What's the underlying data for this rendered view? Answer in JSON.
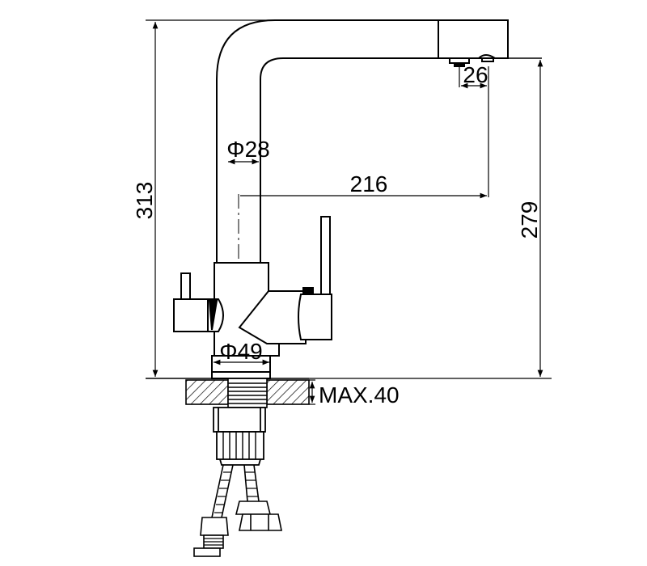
{
  "dimensions": {
    "total_height": "313",
    "spout_height": "279",
    "reach": "216",
    "aerator_width": "26",
    "spout_diameter": "Φ28",
    "base_diameter": "Φ49",
    "max_counter_thickness": "MAX.40"
  }
}
